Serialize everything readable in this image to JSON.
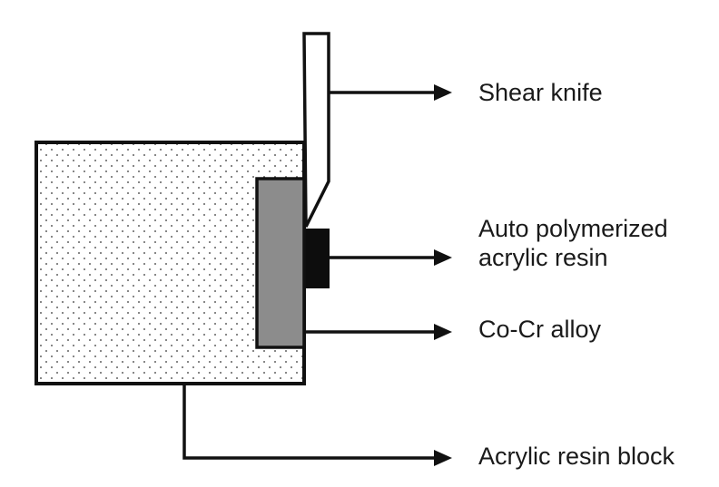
{
  "labels": {
    "shear_knife": "Shear knife",
    "auto_polymerized_line1": "Auto polymerized",
    "auto_polymerized_line2": "acrylic resin",
    "co_cr_alloy": "Co-Cr alloy",
    "acrylic_resin_block": "Acrylic resin block"
  },
  "colors": {
    "line": "#111111",
    "alloy_fill": "#8c8c8c",
    "resin_fill": "#0d0d0d",
    "block_fill": "#ffffff",
    "dot": "#333333"
  }
}
